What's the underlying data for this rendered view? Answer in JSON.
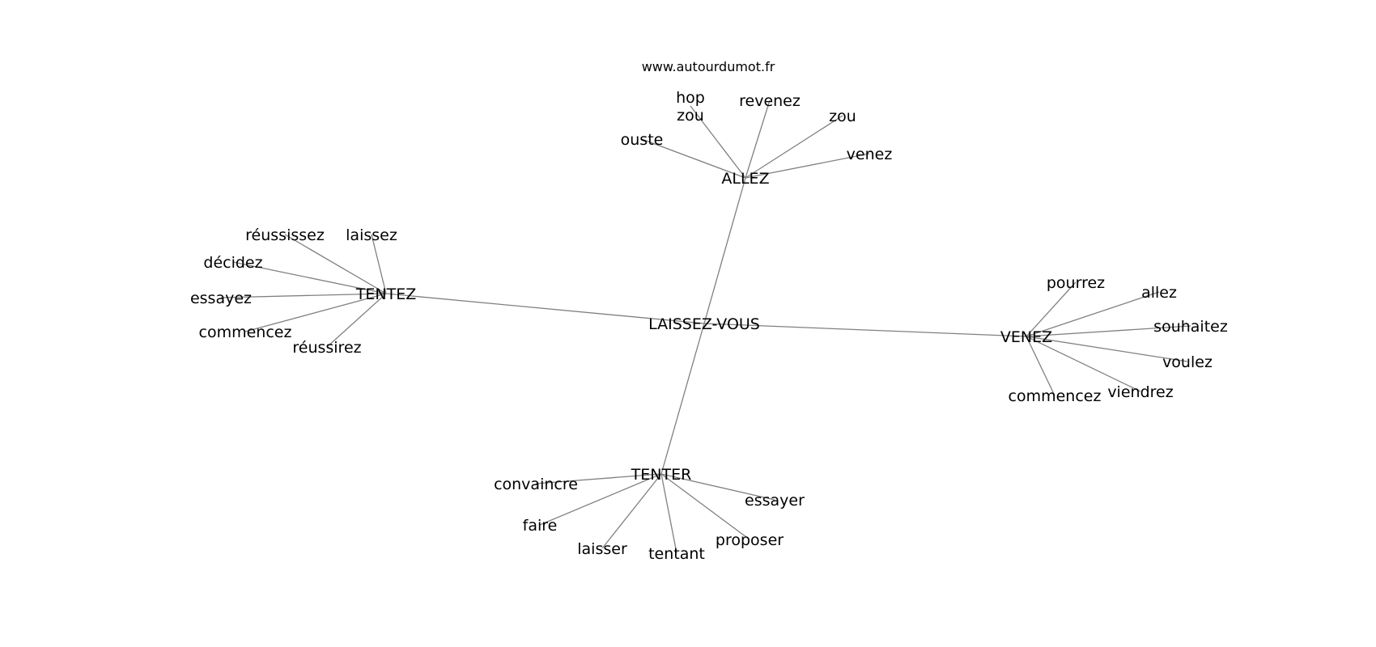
{
  "source": "www.autourdumot.fr",
  "center": "LAISSEZ-VOUS",
  "hubs": [
    {
      "label": "ALLEZ",
      "children": [
        "hop\nzou",
        "revenez",
        "zou",
        "ouste",
        "venez"
      ]
    },
    {
      "label": "TENTEZ",
      "children": [
        "réussissez",
        "laissez",
        "décidez",
        "essayez",
        "commencez",
        "réussirez"
      ]
    },
    {
      "label": "VENEZ",
      "children": [
        "pourrez",
        "allez",
        "souhaitez",
        "voulez",
        "viendrez",
        "commencez"
      ]
    },
    {
      "label": "TENTER",
      "children": [
        "convaincre",
        "essayer",
        "faire",
        "proposer",
        "laisser",
        "tentant"
      ]
    }
  ]
}
